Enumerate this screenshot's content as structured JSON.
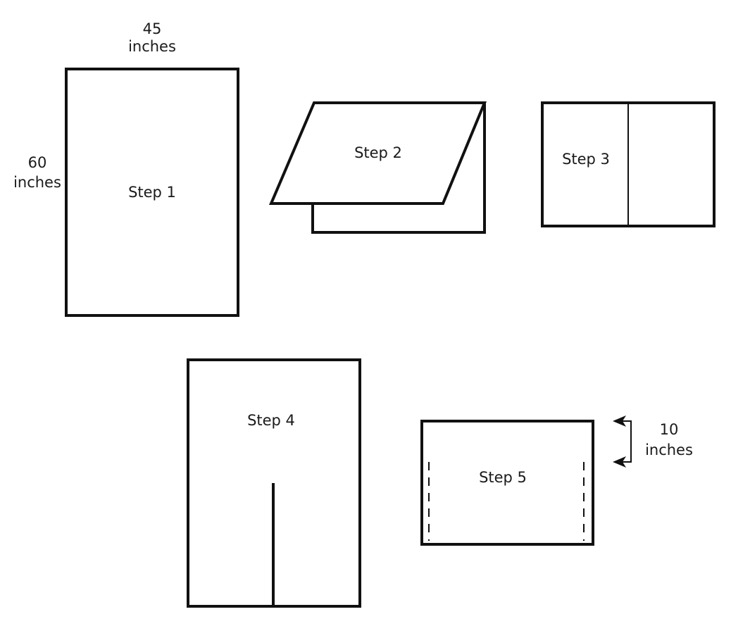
{
  "dimensions": {
    "width_line1": "45",
    "width_line2": "inches",
    "height_line1": "60",
    "height_line2": "inches",
    "cuff_line1": "10",
    "cuff_line2": "inches"
  },
  "steps": [
    {
      "label": "Step 1"
    },
    {
      "label": "Step 2"
    },
    {
      "label": "Step 3"
    },
    {
      "label": "Step 4"
    },
    {
      "label": "Step 5"
    }
  ]
}
